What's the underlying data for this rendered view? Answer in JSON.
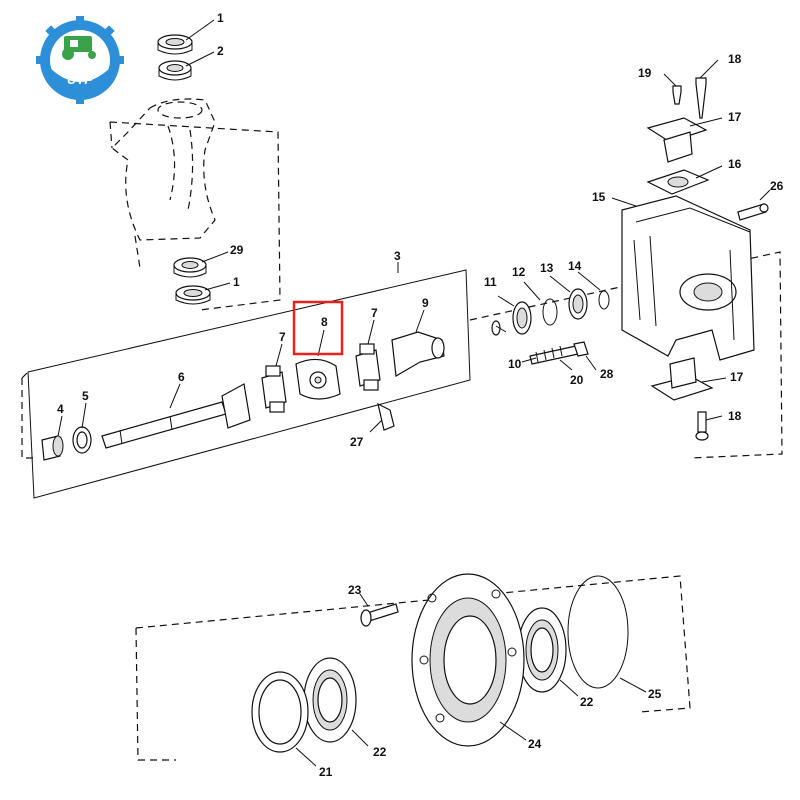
{
  "logo": {
    "text": "UTP",
    "color": "#2d8fd8"
  },
  "highlight_color": "#e8231e",
  "callouts": {
    "c1a": "1",
    "c2": "2",
    "c29": "29",
    "c1b": "1",
    "c3": "3",
    "c4": "4",
    "c5": "5",
    "c6": "6",
    "c7a": "7",
    "c8": "8",
    "c7b": "7",
    "c9": "9",
    "c27": "27",
    "c11": "11",
    "c12": "12",
    "c13": "13",
    "c14": "14",
    "c10": "10",
    "c20": "20",
    "c28": "28",
    "c19": "19",
    "c18a": "18",
    "c17a": "17",
    "c16": "16",
    "c15": "15",
    "c26": "26",
    "c17b": "17",
    "c18b": "18",
    "c23": "23",
    "c25": "25",
    "c22a": "22",
    "c22b": "22",
    "c24": "24",
    "c21": "21"
  },
  "highlighted_callout": "8"
}
